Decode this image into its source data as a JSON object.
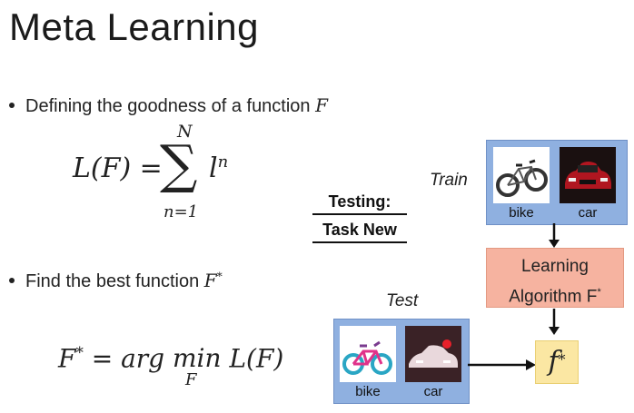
{
  "slide": {
    "title": "Meta Learning",
    "bullet1": "Defining the goodness of a function",
    "bullet1_var": "F",
    "bullet2": "Find the best function",
    "bullet2_var": "F",
    "formula_loss": {
      "lhs": "L(F) =",
      "sum_top": "N",
      "sum_bottom": "n=1",
      "sum_symbol": "∑",
      "term": "l",
      "term_sup": "n"
    },
    "formula_best": {
      "lhs": "F",
      "eq": " = arg ",
      "min": "min",
      "min_sub": "F",
      "rhs": " L(F)"
    }
  },
  "diagram": {
    "testing_line1": "Testing:",
    "testing_line2": "Task New",
    "train_label": "Train",
    "test_label": "Test",
    "train_captions": [
      "bike",
      "car"
    ],
    "test_captions": [
      "bike",
      "car"
    ],
    "learning_line1": "Learning",
    "learning_line2": "Algorithm F",
    "output": "f",
    "star": "*",
    "colors": {
      "image_box": "#8fb0e0",
      "learning_box": "#f6b3a0",
      "output_box": "#fbe7a3"
    }
  }
}
